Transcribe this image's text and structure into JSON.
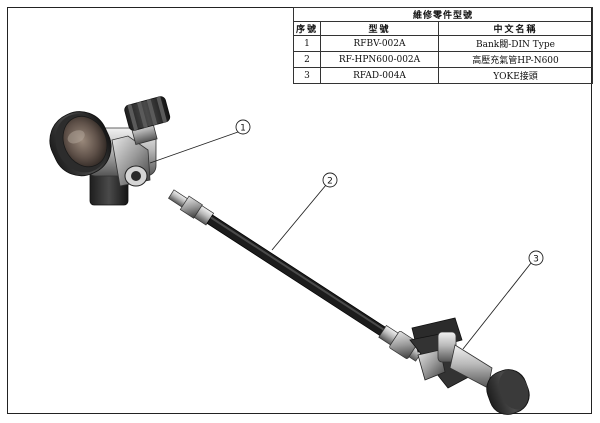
{
  "table": {
    "title": "維修零件型號",
    "headers": {
      "seq": "序號",
      "model": "型號",
      "name": "中文名稱"
    },
    "rows": [
      {
        "seq": "1",
        "model": "RFBV-002A",
        "name": "Bank閥-DIN Type"
      },
      {
        "seq": "2",
        "model": "RF-HPN600-002A",
        "name": "高壓充氣管HP-N600"
      },
      {
        "seq": "3",
        "model": "RFAD-004A",
        "name": "YOKE接頭"
      }
    ]
  },
  "callouts": [
    "1",
    "2",
    "3"
  ]
}
